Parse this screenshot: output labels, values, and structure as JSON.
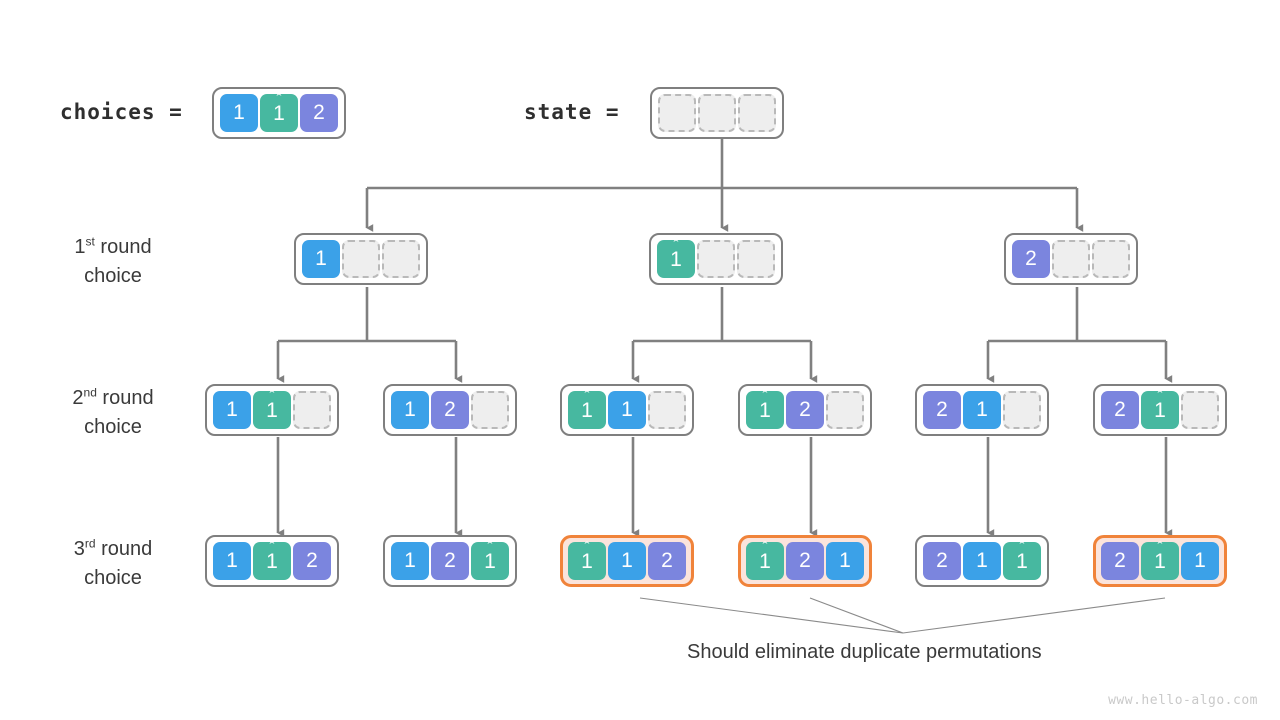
{
  "meta": {
    "watermark": "www.hello-algo.com",
    "caption": "Should eliminate duplicate permutations"
  },
  "colors": {
    "blue": "#3ba1e8",
    "green": "#47b8a0",
    "purple": "#7b85de",
    "empty_fill": "#eeeeee",
    "empty_border": "#b9b9b9",
    "array_border": "#7f7f7f",
    "highlight_border": "#f0833a",
    "highlight_fill": "#fbe4dc",
    "edge": "#808080",
    "text": "#3a3a3a",
    "watermark": "#c9c9c9"
  },
  "header": {
    "choices_label": "choices =",
    "state_label": "state =",
    "choices_cells": [
      {
        "text": "1",
        "color": "blue",
        "hat": false
      },
      {
        "text": "1",
        "color": "green",
        "hat": true
      },
      {
        "text": "2",
        "color": "purple",
        "hat": false
      }
    ],
    "state_cells": [
      {
        "text": "",
        "color": "empty",
        "hat": false
      },
      {
        "text": "",
        "color": "empty",
        "hat": false
      },
      {
        "text": "",
        "color": "empty",
        "hat": false
      }
    ]
  },
  "rows": [
    {
      "label_number": "1",
      "label_ordinal": "st",
      "label_line1": " round",
      "label_line2": "choice",
      "nodes": [
        {
          "highlight": false,
          "cells": [
            {
              "text": "1",
              "color": "blue",
              "hat": false
            },
            {
              "text": "",
              "color": "empty",
              "hat": false
            },
            {
              "text": "",
              "color": "empty",
              "hat": false
            }
          ]
        },
        {
          "highlight": false,
          "cells": [
            {
              "text": "1",
              "color": "green",
              "hat": true
            },
            {
              "text": "",
              "color": "empty",
              "hat": false
            },
            {
              "text": "",
              "color": "empty",
              "hat": false
            }
          ]
        },
        {
          "highlight": false,
          "cells": [
            {
              "text": "2",
              "color": "purple",
              "hat": false
            },
            {
              "text": "",
              "color": "empty",
              "hat": false
            },
            {
              "text": "",
              "color": "empty",
              "hat": false
            }
          ]
        }
      ]
    },
    {
      "label_number": "2",
      "label_ordinal": "nd",
      "label_line1": " round",
      "label_line2": "choice",
      "nodes": [
        {
          "highlight": false,
          "cells": [
            {
              "text": "1",
              "color": "blue",
              "hat": false
            },
            {
              "text": "1",
              "color": "green",
              "hat": true
            },
            {
              "text": "",
              "color": "empty",
              "hat": false
            }
          ]
        },
        {
          "highlight": false,
          "cells": [
            {
              "text": "1",
              "color": "blue",
              "hat": false
            },
            {
              "text": "2",
              "color": "purple",
              "hat": false
            },
            {
              "text": "",
              "color": "empty",
              "hat": false
            }
          ]
        },
        {
          "highlight": false,
          "cells": [
            {
              "text": "1",
              "color": "green",
              "hat": true
            },
            {
              "text": "1",
              "color": "blue",
              "hat": false
            },
            {
              "text": "",
              "color": "empty",
              "hat": false
            }
          ]
        },
        {
          "highlight": false,
          "cells": [
            {
              "text": "1",
              "color": "green",
              "hat": true
            },
            {
              "text": "2",
              "color": "purple",
              "hat": false
            },
            {
              "text": "",
              "color": "empty",
              "hat": false
            }
          ]
        },
        {
          "highlight": false,
          "cells": [
            {
              "text": "2",
              "color": "purple",
              "hat": false
            },
            {
              "text": "1",
              "color": "blue",
              "hat": false
            },
            {
              "text": "",
              "color": "empty",
              "hat": false
            }
          ]
        },
        {
          "highlight": false,
          "cells": [
            {
              "text": "2",
              "color": "purple",
              "hat": false
            },
            {
              "text": "1",
              "color": "green",
              "hat": true
            },
            {
              "text": "",
              "color": "empty",
              "hat": false
            }
          ]
        }
      ]
    },
    {
      "label_number": "3",
      "label_ordinal": "rd",
      "label_line1": " round",
      "label_line2": "choice",
      "nodes": [
        {
          "highlight": false,
          "cells": [
            {
              "text": "1",
              "color": "blue",
              "hat": false
            },
            {
              "text": "1",
              "color": "green",
              "hat": true
            },
            {
              "text": "2",
              "color": "purple",
              "hat": false
            }
          ]
        },
        {
          "highlight": false,
          "cells": [
            {
              "text": "1",
              "color": "blue",
              "hat": false
            },
            {
              "text": "2",
              "color": "purple",
              "hat": false
            },
            {
              "text": "1",
              "color": "green",
              "hat": true
            }
          ]
        },
        {
          "highlight": true,
          "cells": [
            {
              "text": "1",
              "color": "green",
              "hat": true
            },
            {
              "text": "1",
              "color": "blue",
              "hat": false
            },
            {
              "text": "2",
              "color": "purple",
              "hat": false
            }
          ]
        },
        {
          "highlight": true,
          "cells": [
            {
              "text": "1",
              "color": "green",
              "hat": true
            },
            {
              "text": "2",
              "color": "purple",
              "hat": false
            },
            {
              "text": "1",
              "color": "blue",
              "hat": false
            }
          ]
        },
        {
          "highlight": false,
          "cells": [
            {
              "text": "2",
              "color": "purple",
              "hat": false
            },
            {
              "text": "1",
              "color": "blue",
              "hat": false
            },
            {
              "text": "1",
              "color": "green",
              "hat": true
            }
          ]
        },
        {
          "highlight": true,
          "cells": [
            {
              "text": "2",
              "color": "purple",
              "hat": false
            },
            {
              "text": "1",
              "color": "green",
              "hat": true
            },
            {
              "text": "1",
              "color": "blue",
              "hat": false
            }
          ]
        }
      ]
    }
  ]
}
